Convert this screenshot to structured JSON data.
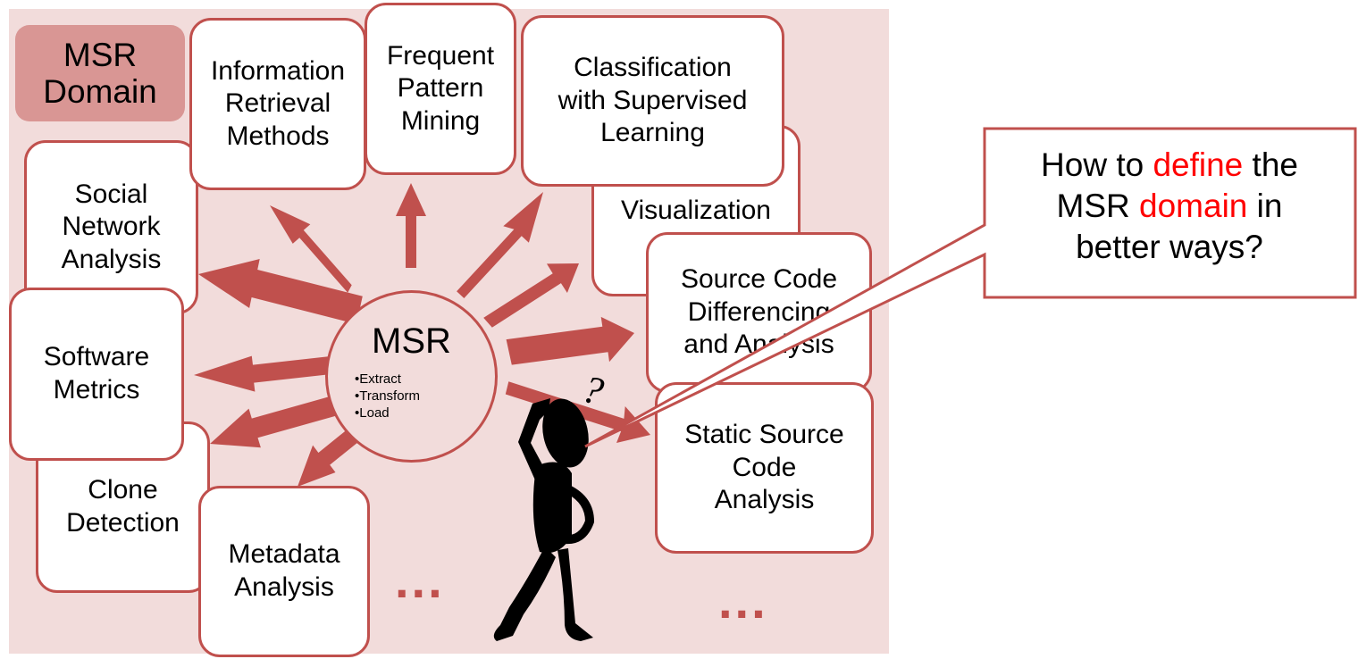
{
  "domain_label": {
    "line1": "MSR",
    "line2": "Domain"
  },
  "center": {
    "title": "MSR",
    "bullets": [
      "Extract",
      "Transform",
      "Load"
    ]
  },
  "boxes": {
    "information_retrieval": [
      "Information",
      "Retrieval",
      "Methods"
    ],
    "frequent_pattern": [
      "Frequent",
      "Pattern",
      "Mining"
    ],
    "classification": [
      "Classification",
      "with Supervised",
      "Learning"
    ],
    "visualization": [
      "Visualization"
    ],
    "source_code_diff": [
      "Source Code",
      "Differencing",
      "and Analysis"
    ],
    "static_source": [
      "Static Source",
      "Code",
      "Analysis"
    ],
    "social_network": [
      "Social",
      "Network",
      "Analysis"
    ],
    "software_metrics": [
      "Software",
      "Metrics"
    ],
    "clone_detection": [
      "Clone",
      "Detection"
    ],
    "metadata": [
      "Metadata",
      "Analysis"
    ]
  },
  "ellipses": [
    "...",
    "..."
  ],
  "callout": {
    "line1_a": "How to ",
    "line1_b": "define",
    "line1_c": " the",
    "line2_a": "MSR ",
    "line2_b": "domain",
    "line2_c": " in",
    "line3": "better ways?"
  },
  "thinker_mark": "?",
  "colors": {
    "background": "#f2dcdb",
    "accent": "#c0504d",
    "label_fill": "#d99694",
    "highlight_text": "#ff0000"
  }
}
